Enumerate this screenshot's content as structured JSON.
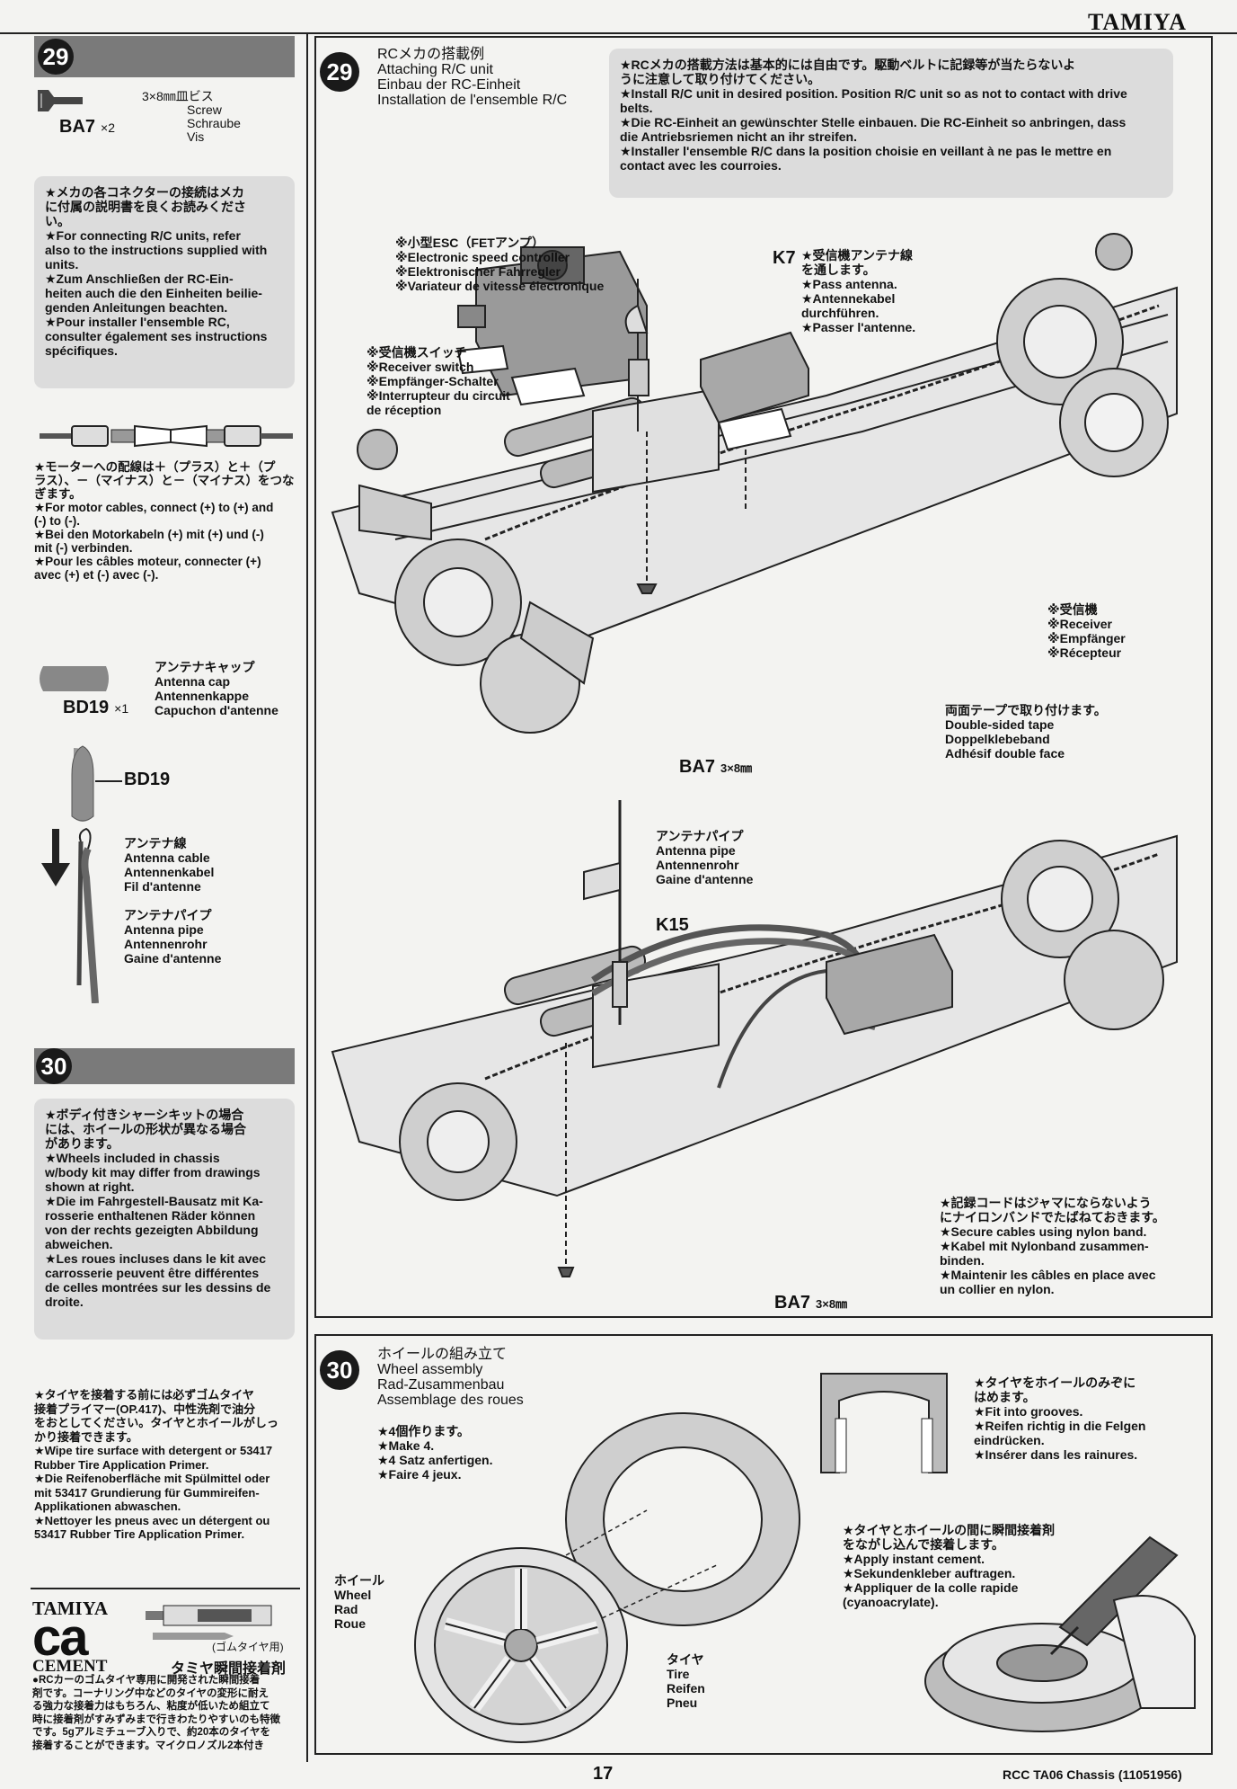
{
  "brand": "TAMIYA",
  "left": {
    "step29": {
      "number": "29",
      "part_code": "BA7",
      "part_qty": "×2",
      "part_desc": [
        "3×8㎜皿ビス",
        "Screw",
        "Schraube",
        "Vis"
      ],
      "note": [
        "★メカの各コネクターの接続はメカ",
        "に付属の説明書を良くお読みくださ",
        "い。",
        "★For connecting R/C units, refer",
        "also to the instructions supplied with",
        "units.",
        "★Zum Anschließen der RC-Ein-",
        "heiten auch die den Einheiten beilie-",
        "genden Anleitungen beachten.",
        "★Pour installer l'ensemble RC,",
        "consulter également ses instructions",
        "spécifiques."
      ],
      "motor_note": [
        "★モーターへの配線は＋（プラス）と＋（プ",
        "ラス）、－（マイナス）と－（マイナス）をつな",
        "ぎます。",
        "★For motor cables, connect (+) to (+) and",
        "(-) to (-).",
        "★Bei den Motorkabeln (+) mit (+) und (-)",
        "mit (-) verbinden.",
        "★Pour les câbles moteur, connecter (+)",
        "avec (+) et (-) avec (-)."
      ],
      "cap_code": "BD19",
      "cap_qty": "×1",
      "cap_desc": [
        "アンテナキャップ",
        "Antenna cap",
        "Antennenkappe",
        "Capuchon d'antenne"
      ],
      "cap_label": "BD19",
      "cable_desc": [
        "アンテナ線",
        "Antenna cable",
        "Antennenkabel",
        "Fil d'antenne"
      ],
      "pipe_desc": [
        "アンテナパイプ",
        "Antenna pipe",
        "Antennenrohr",
        "Gaine d'antenne"
      ]
    },
    "step30": {
      "number": "30",
      "note": [
        "★ボディ付きシャーシキットの場合",
        "には、ホイールの形状が異なる場合",
        "があります。",
        "★Wheels included in chassis",
        "w/body kit may differ from drawings",
        "shown at right.",
        "★Die im Fahrgestell-Bausatz mit Ka-",
        "rosserie enthaltenen Räder können",
        "von der rechts gezeigten Abbildung",
        "abweichen.",
        "★Les roues incluses dans le kit avec",
        "carrosserie peuvent être différentes",
        "de celles montrées sur les dessins de",
        "droite."
      ],
      "tire_note": [
        "★タイヤを接着する前には必ずゴムタイヤ",
        "接着プライマー(OP.417)、中性洗剤で油分",
        "をおとしてください。タイヤとホイールがしっ",
        "かり接着できます。",
        "★Wipe tire surface with detergent or 53417",
        "Rubber Tire Application Primer.",
        "★Die Reifenoberfläche mit Spülmittel oder",
        "mit 53417 Grundierung für Gummireifen-",
        "Applikationen abwaschen.",
        "★Nettoyer les pneus avec un détergent ou",
        "53417 Rubber Tire Application Primer."
      ]
    },
    "ad": {
      "logo_top": "TAMIYA",
      "logo_mid": "ca",
      "logo_bottom": "CEMENT",
      "tube_label": "(ゴムタイヤ用)",
      "product_name": "タミヤ瞬間接着剤",
      "desc": [
        "●RCカーのゴムタイヤ専用に開発された瞬間接着",
        "剤です。コーナリング中などのタイヤの変形に耐え",
        "る強力な接着力はもちろん、粘度が低いため組立て",
        "時に接着剤がすみずみまで行きわたりやすいのも特徴",
        "です。5gアルミチューブ入りで、約20本のタイヤを",
        "接着することができます。マイクロノズル2本付き"
      ]
    }
  },
  "main29": {
    "number": "29",
    "title": [
      "RCメカの搭載例",
      "Attaching R/C unit",
      "Einbau der RC-Einheit",
      "Installation de l'ensemble R/C"
    ],
    "note": [
      "★RCメカの搭載方法は基本的には自由です。駆動ベルトに記録等が当たらないよ",
      "うに注意して取り付けてください。",
      "★Install R/C unit in desired position. Position R/C unit so as not to contact with drive",
      "belts.",
      "★Die RC-Einheit an gewünschter Stelle einbauen. Die RC-Einheit so anbringen, dass",
      "die Antriebsriemen nicht an ihr streifen.",
      "★Installer l'ensemble R/C dans la position choisie en veillant à ne pas le mettre en",
      "contact avec les courroies."
    ],
    "esc": [
      "※小型ESC（FETアンプ）",
      "※Electronic speed controller",
      "※Elektronischer Fahrregler",
      "※Variateur de vitesse électronique"
    ],
    "switch": [
      "※受信機スイッチ",
      "※Receiver switch",
      "※Empfänger-Schalter",
      "※Interrupteur du circuit",
      "de réception"
    ],
    "k7": "K7",
    "antenna": [
      "★受信機アンテナ線",
      "を通します。",
      "★Pass antenna.",
      "★Antennekabel",
      "durchführen.",
      "★Passer l'antenne."
    ],
    "receiver": [
      "※受信機",
      "※Receiver",
      "※Empfänger",
      "※Récepteur"
    ],
    "tape": [
      "両面テープで取り付けます。",
      "Double-sided tape",
      "Doppelklebeband",
      "Adhésif double face"
    ],
    "ba7_a": "BA7",
    "ba7_a_size": "3×8㎜",
    "pipe": [
      "アンテナパイプ",
      "Antenna pipe",
      "Antennenrohr",
      "Gaine d'antenne"
    ],
    "k15": "K15",
    "cables": [
      "★記録コードはジャマにならないよう",
      "にナイロンバンドでたばねておきます。",
      "★Secure cables using nylon band.",
      "★Kabel mit Nylonband zusammen-",
      "binden.",
      "★Maintenir les câbles en place avec",
      "un collier en nylon."
    ],
    "ba7_b": "BA7",
    "ba7_b_size": "3×8㎜"
  },
  "main30": {
    "number": "30",
    "title": [
      "ホイールの組み立て",
      "Wheel assembly",
      "Rad-Zusammenbau",
      "Assemblage des roues"
    ],
    "make4": [
      "★4個作ります。",
      "★Make 4.",
      "★4 Satz anfertigen.",
      "★Faire 4 jeux."
    ],
    "grooves": [
      "★タイヤをホイールのみぞに",
      "はめます。",
      "★Fit into grooves.",
      "★Reifen richtig in die Felgen",
      "eindrücken.",
      "★Insérer dans les rainures."
    ],
    "cement": [
      "★タイヤとホイールの間に瞬間接着剤",
      "をながし込んで接着します。",
      "★Apply instant cement.",
      "★Sekundenkleber auftragen.",
      "★Appliquer de la colle rapide",
      "(cyanoacrylate)."
    ],
    "wheel": [
      "ホイール",
      "Wheel",
      "Rad",
      "Roue"
    ],
    "tire": [
      "タイヤ",
      "Tire",
      "Reifen",
      "Pneu"
    ]
  },
  "footer": {
    "page": "17",
    "model": "RCC TA06 Chassis (11051956)"
  }
}
